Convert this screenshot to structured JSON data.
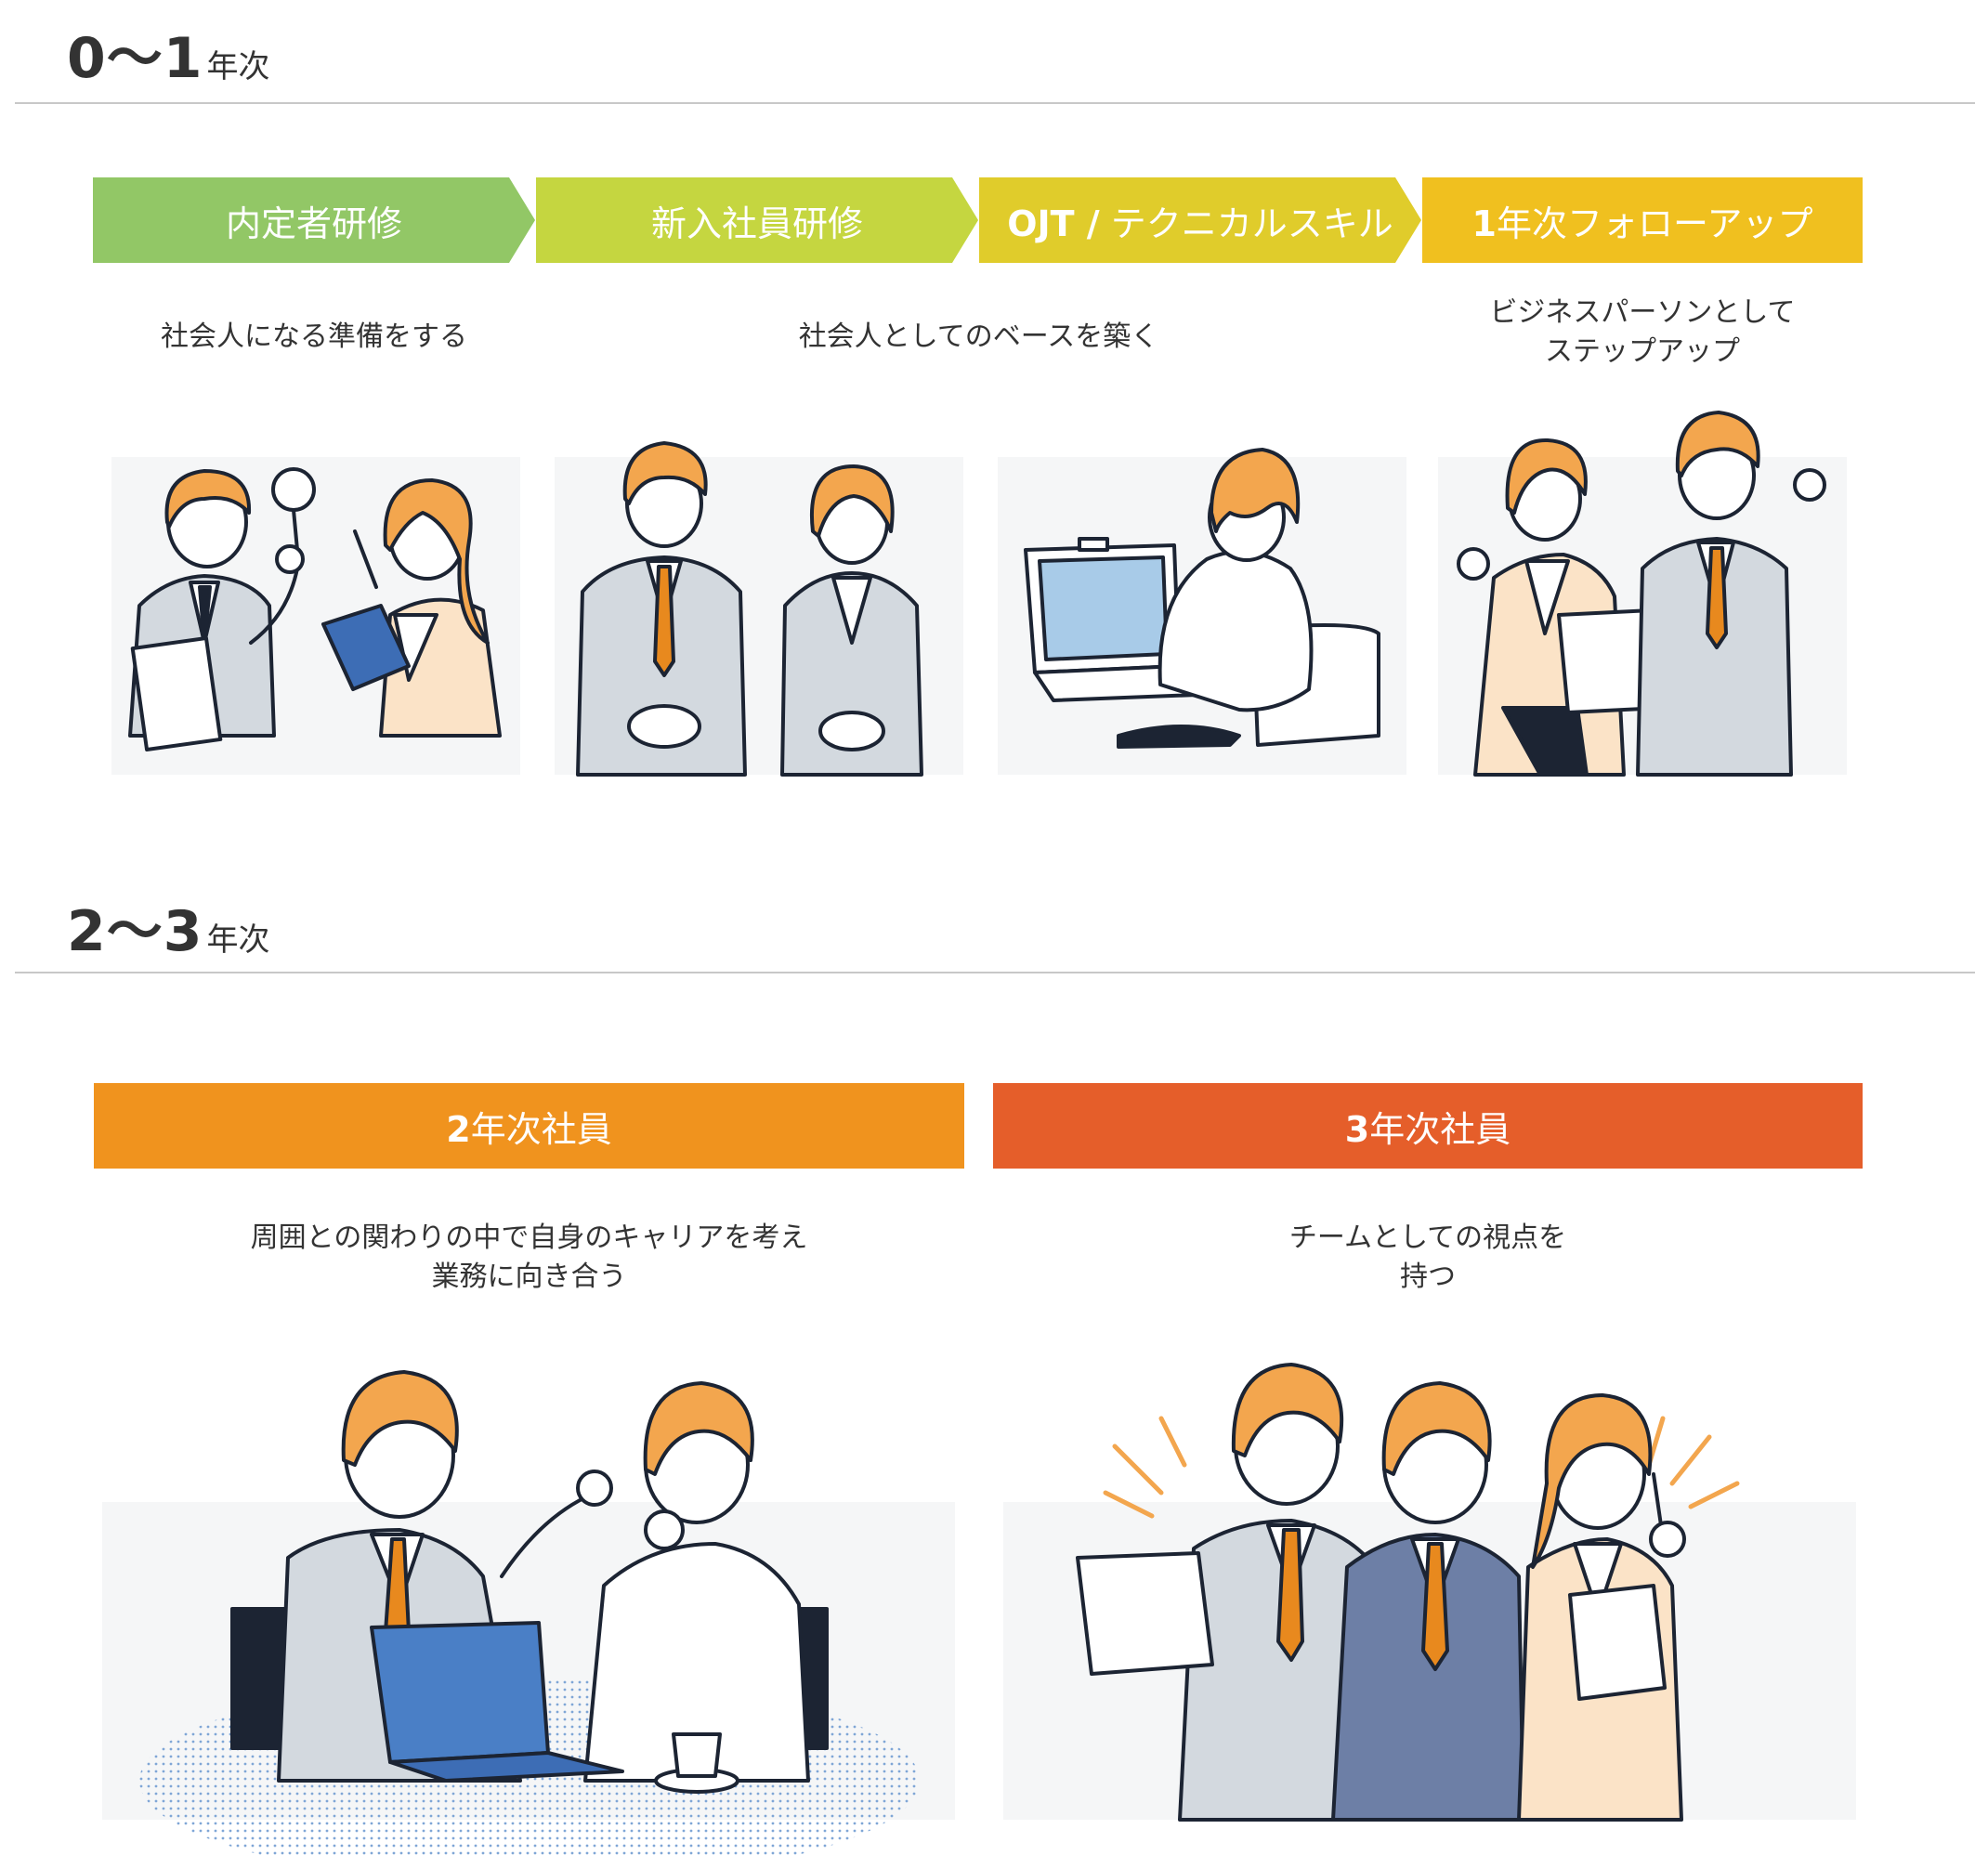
{
  "section1": {
    "title_big": "0〜1",
    "title_small": "年次",
    "steps": [
      {
        "label": "内定者研修",
        "color": "#92c766"
      },
      {
        "label": "新入社員研修",
        "color": "#c5d640"
      },
      {
        "label_bold": "OJT /",
        "label": " テクニカルスキル",
        "color": "#e0cc2b"
      },
      {
        "label_bold": "1",
        "label": "年次フォローアップ",
        "color": "#f0c01f"
      }
    ],
    "descriptions": [
      "社会人になる準備をする",
      "社会人としてのベースを築く",
      "ビジネスパーソンとして",
      "ステップアップ"
    ]
  },
  "section2": {
    "title_big": "2〜3",
    "title_small": "年次",
    "bars": [
      {
        "label_bold": "2",
        "label": "年次社員",
        "color": "#f0931e"
      },
      {
        "label_bold": "3",
        "label": "年次社員",
        "color": "#e55e2a"
      }
    ],
    "descriptions": {
      "left_line1": "周囲との関わりの中で自身のキャリアを考え",
      "left_line2": "業務に向き合う",
      "right_line1": "チームとしての視点を",
      "right_line2": "持つ"
    }
  },
  "colors": {
    "hair": "#f3a64e",
    "outline": "#1c2433",
    "suit_gray": "#d3d9df",
    "suit_navy": "#6d7fa6",
    "tie": "#e8891e",
    "skin": "#ffffff",
    "panel_bg": "#f5f6f7",
    "laptop_blue": "#4a7fc6",
    "screen_blue": "#a8cbe8"
  }
}
